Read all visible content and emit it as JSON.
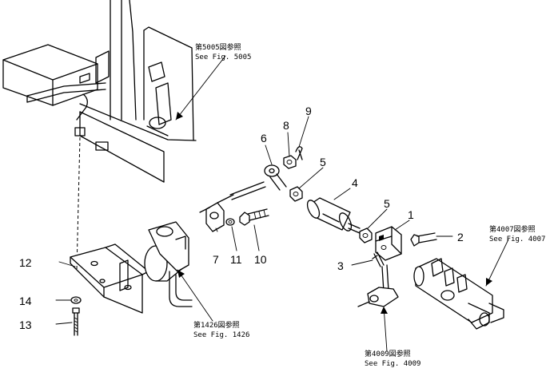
{
  "parts": [
    {
      "id": "part-1",
      "number": "1"
    },
    {
      "id": "part-2",
      "number": "2"
    },
    {
      "id": "part-3",
      "number": "3"
    },
    {
      "id": "part-4",
      "number": "4"
    },
    {
      "id": "part-5a",
      "number": "5"
    },
    {
      "id": "part-5b",
      "number": "5"
    },
    {
      "id": "part-6",
      "number": "6"
    },
    {
      "id": "part-7",
      "number": "7"
    },
    {
      "id": "part-8",
      "number": "8"
    },
    {
      "id": "part-9",
      "number": "9"
    },
    {
      "id": "part-10",
      "number": "10"
    },
    {
      "id": "part-11",
      "number": "11"
    },
    {
      "id": "part-12",
      "number": "12"
    },
    {
      "id": "part-13",
      "number": "13"
    },
    {
      "id": "part-14",
      "number": "14"
    }
  ],
  "references": [
    {
      "id": "ref-5005",
      "line1": "第5005図参照",
      "line2": "See  Fig. 5005"
    },
    {
      "id": "ref-4007",
      "line1": "第4007図参照",
      "line2": "See  Fig. 4007"
    },
    {
      "id": "ref-1426",
      "line1": "第1426図参照",
      "line2": "See  Fig. 1426"
    },
    {
      "id": "ref-4009",
      "line1": "第4009図参照",
      "line2": "See  Fig. 4009"
    }
  ]
}
